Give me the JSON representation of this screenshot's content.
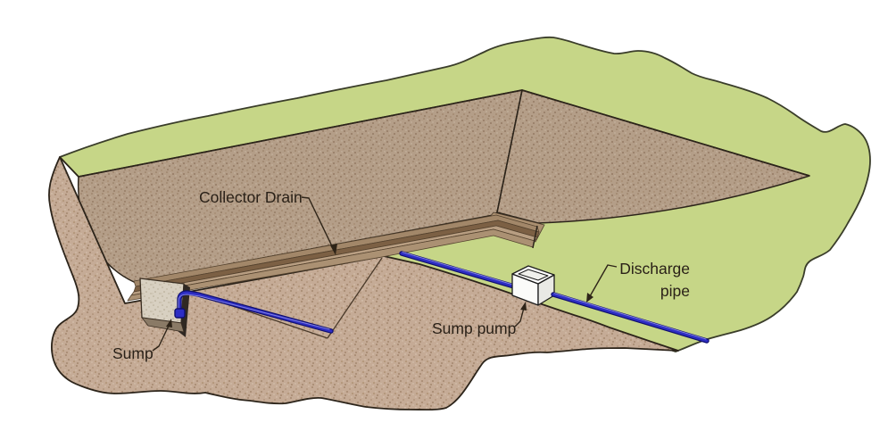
{
  "diagram": {
    "labels": {
      "collector_drain": "Collector Drain",
      "sump": "Sump",
      "sump_pump": "Sump pump",
      "discharge_line1": "Discharge",
      "discharge_line2": "pipe"
    },
    "colors": {
      "grass_green": "#c6d687",
      "soil_cut_face": "#c5ab96",
      "pit_wall_soil": "#b49e88",
      "drain_channel_dark": "#7c6044",
      "drain_band_light": "#b89e82",
      "pit_floor": "#aa8f70",
      "sump_fill": "#d8d0c1",
      "pipe_blue_dark": "#0f0f6e",
      "pipe_blue": "#2d2dc4",
      "pipe_blue_light": "#8080e0",
      "pump_box_white": "#ffffff",
      "outline_dark": "#2c241a",
      "label_text": "#2a2118"
    }
  }
}
